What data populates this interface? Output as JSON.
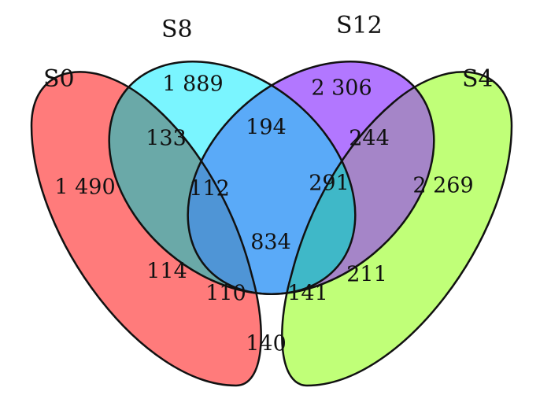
{
  "sets": [
    {
      "name": "S0",
      "color": "#ff7b7b"
    },
    {
      "name": "S8",
      "color": "#7af5ff"
    },
    {
      "name": "S12",
      "color": "#b277ff"
    },
    {
      "name": "S4",
      "color": "#c0ff78"
    }
  ],
  "regions": {
    "s0_only": "1 490",
    "s8_only": "1 889",
    "s12_only": "2 306",
    "s4_only": "2 269",
    "s0_s8": "133",
    "s8_s12": "194",
    "s12_s4": "244",
    "s0_s8_s12": "112",
    "s8_s12_s4": "291",
    "all_four": "834",
    "s0_s12": "114",
    "s8_s4": "211",
    "s0_s12_s4": "110",
    "s0_s8_s4": "141",
    "s0_s4": "140"
  }
}
